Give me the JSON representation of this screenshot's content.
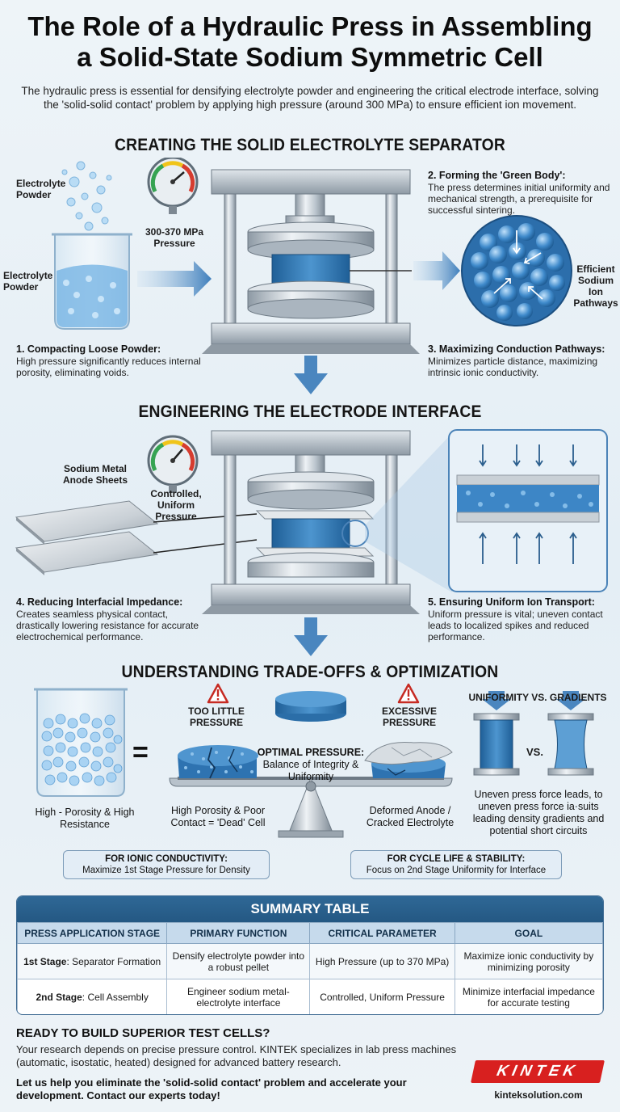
{
  "title": {
    "line1": "The Role of a Hydraulic Press in Assembling",
    "line2": "a Solid-State Sodium Symmetric Cell"
  },
  "intro": "The hydraulic press is essential for densifying electrolyte powder and engineering the critical electrode interface, solving the 'solid-solid contact' problem by applying high pressure (around 300 MPa) to ensure efficient ion movement.",
  "section1": {
    "heading": "CREATING THE SOLID ELECTROLYTE SEPARATOR",
    "powder_label_top": "Electrolyte Powder",
    "powder_label_side": "Electrolyte Powder",
    "gauge_label": "300-370 MPa Pressure",
    "pathway_label": "Efficient Sodium Ion Pathways",
    "step1_title": "1. Compacting Loose Powder:",
    "step1_text": "High pressure significantly reduces internal porosity, eliminating voids.",
    "step2_title": "2. Forming the 'Green Body':",
    "step2_text": "The press determines initial uniformity and mechanical strength, a prerequisite for successful sintering.",
    "step3_title": "3. Maximizing Conduction Pathways:",
    "step3_text": "Minimizes particle distance, maximizing intrinsic ionic conductivity."
  },
  "section2": {
    "heading": "ENGINEERING THE ELECTRODE INTERFACE",
    "anode_label": "Sodium Metal Anode Sheets",
    "gauge_label": "Controlled, Uniform Pressure",
    "step4_title": "4. Reducing Interfacial Impedance:",
    "step4_text": "Creates seamless physical contact, drastically lowering resistance for accurate electrochemical performance.",
    "step5_title": "5. Ensuring Uniform Ion Transport:",
    "step5_text": "Uniform pressure is vital; uneven contact leads to localized spikes and reduced performance."
  },
  "section3": {
    "heading": "UNDERSTANDING TRADE-OFFS & OPTIMIZATION",
    "equals": "=",
    "beaker_label": "High - Porosity & High Resistance",
    "too_little_title": "TOO LITTLE PRESSURE",
    "too_little_text": "High Porosity & Poor Contact = 'Dead' Cell",
    "optimal_title": "OPTIMAL PRESSURE:",
    "optimal_text": "Balance of Integrity & Uniformity",
    "excessive_title": "EXCESSIVE PRESSURE",
    "excessive_text": "Deformed Anode / Cracked Electrolyte",
    "uniformity_title": "UNIFORMITY VS. GRADIENTS",
    "vs": "VS.",
    "uniformity_text": "Uneven press force leads, to uneven press force ia·suits leading density gradients and potential short circuits",
    "pill1_title": "FOR IONIC CONDUCTIVITY:",
    "pill1_text": "Maximize 1st Stage Pressure for Density",
    "pill2_title": "FOR CYCLE LIFE & STABILITY:",
    "pill2_text": "Focus on 2nd Stage Uniformity for Interface"
  },
  "summary": {
    "title": "SUMMARY TABLE",
    "headers": [
      "PRESS APPLICATION STAGE",
      "PRIMARY FUNCTION",
      "CRITICAL PARAMETER",
      "GOAL"
    ],
    "rows": [
      {
        "stage_bold": "1st Stage",
        "stage_rest": ": Separator Formation",
        "function": "Densify electrolyte powder into a robust pellet",
        "parameter": "High Pressure (up to 370 MPa)",
        "goal": "Maximize ionic conductivity by minimizing porosity"
      },
      {
        "stage_bold": "2nd Stage",
        "stage_rest": ": Cell Assembly",
        "function": "Engineer sodium metal-electrolyte interface",
        "parameter": "Controlled, Uniform Pressure",
        "goal": "Minimize interfacial impedance for accurate testing"
      }
    ]
  },
  "cta": {
    "heading": "READY TO BUILD SUPERIOR TEST CELLS?",
    "text": "Your research depends on precise pressure control. KINTEK specializes in lab press machines (automatic, isostatic, heated) designed for advanced battery research.",
    "bold": "Let us help you eliminate the 'solid-solid contact' problem and accelerate your development. Contact our experts today!",
    "logo": "KINTEK",
    "site": "kinteksolution.com"
  },
  "colors": {
    "accent": "#2f6896",
    "electrolyte_blue": "#3b86c4",
    "arrow_blue": "#4a86bf",
    "logo_red": "#d8201f"
  }
}
